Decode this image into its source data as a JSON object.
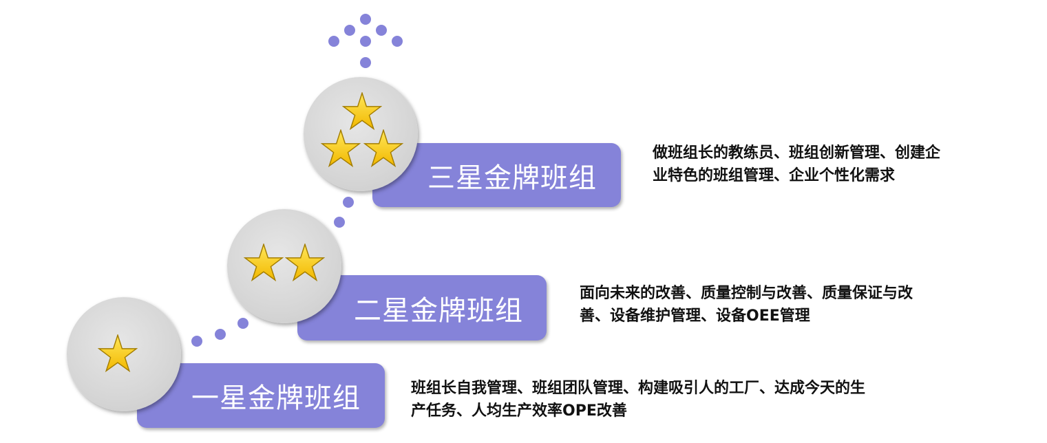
{
  "levels": [
    {
      "title": "一星金牌班组",
      "stars": 1,
      "description_lines": [
        "班组长自我管理、班组团队管理、构建吸引人的工厂、达成今天的生",
        "产任务、人均生产效率OPE改善"
      ]
    },
    {
      "title": "二星金牌班组",
      "stars": 2,
      "description_lines": [
        "面向未来的改善、质量控制与改善、质量保证与改",
        "善、设备维护管理、设备OEE管理"
      ]
    },
    {
      "title": "三星金牌班组",
      "stars": 3,
      "description_lines": [
        "做班组长的教练员、班组创新管理、创建企",
        "业特色的班组管理、企业个性化需求"
      ]
    }
  ],
  "colors": {
    "accent": "#8583d9",
    "circle": "#d9d9d9",
    "star": "#ffd700"
  }
}
